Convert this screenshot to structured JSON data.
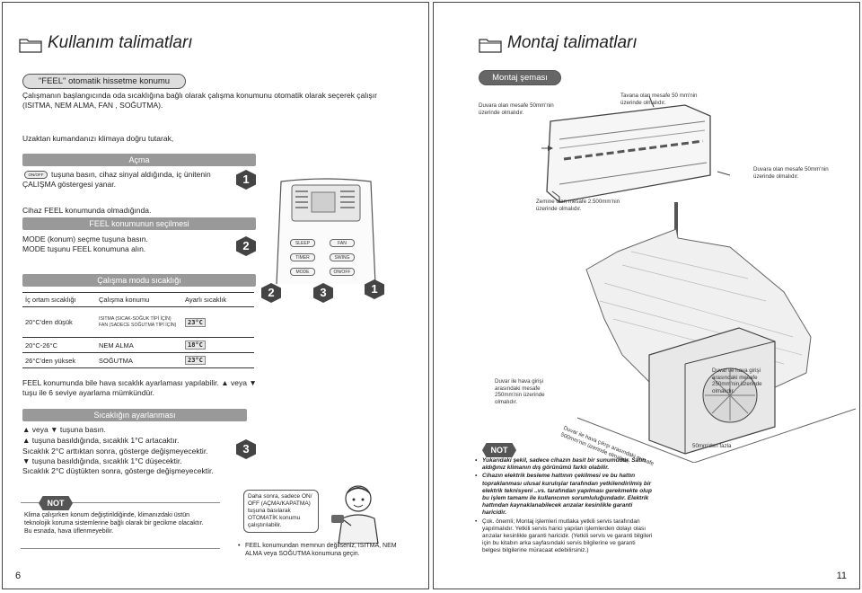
{
  "left": {
    "section_title": "Kullanım talimatları",
    "feel_pill": "\"FEEL\" otomatik hissetme konumu",
    "intro": "Çalışmanın başlangıcında oda sıcaklığına bağlı olarak çalışma konumunu otomatik olarak seçerek çalışır (ISITMA, NEM ALMA, FAN , SOĞUTMA).",
    "aim": "Uzaktan kumandanızı klimaya doğru tutarak,",
    "acma_bar": "Açma",
    "power_btn_label": "ON/OFF",
    "step1_text": "tuşuna basın, cihaz sinyal aldığında, iç ünitenin ÇALIŞMA göstergesi yanar.",
    "step1_num": "1",
    "not_feel": "Cihaz FEEL konumunda olmadığında.",
    "feel_select_bar": "FEEL konumunun seçilmesi",
    "mode_line1": "MODE (konum) seçme tuşuna basın.",
    "mode_line2": "MODE tuşunu FEEL konumuna alın.",
    "step2_num": "2",
    "temp_bar": "Çalışma modu sıcaklığı",
    "table": {
      "headers": [
        "İç ortam sıcaklığı",
        "Çalışma konumu",
        "Ayarlı sıcaklık"
      ],
      "rows": [
        {
          "room": "20°C'den düşük",
          "mode": "ISITMA (SICAK-SOĞUK TİPİ İÇİN)\nFAN (SADECE SOĞUTMA TİPİ İÇİN)",
          "set": "23°C"
        },
        {
          "room": "20°C-26°C",
          "mode": "NEM ALMA",
          "set": "18°C"
        },
        {
          "room": "26°C'den yüksek",
          "mode": "SOĞUTMA",
          "set": "23°C"
        }
      ]
    },
    "adjust_note": "FEEL konumunda bile hava sıcaklık ayarlaması yapılabilir. ▲ veya ▼ tuşu ile 6 seviye ayarlama mümkündür.",
    "adjust_bar": "Sıcaklığın ayarlanması",
    "adjust_lines": [
      "▲ veya ▼ tuşuna basın.",
      "▲ tuşuna basıldığında, sıcaklık 1°C artacaktır.",
      "Sıcaklık 2°C arttıktan sonra, gösterge değişmeyecektir.",
      "▼ tuşuna basıldığında, sıcaklık 1°C düşecektir.",
      "Sıcaklık 2°C düştükten sonra, gösterge değişmeyecektir."
    ],
    "step3_num": "3",
    "not_label": "NOT",
    "not_text": "Klima çalışırken konum değiştirildiğinde, klimanızdaki üstün teknolojik koruma sistemlerine bağlı olarak bir gecikme olacaktır. Bu esnada, hava üflenmeyebilir.",
    "callout_text": "Daha sonra, sadece ON/ OFF (AÇMA/KAPATMA) tuşuna basılarak OTOMATİK konumu çalıştırılabilir.",
    "bottom_bullet": "FEEL konumundan memnun değilseniz, ISITMA, NEM ALMA veya SOĞUTMA konumuna geçin.",
    "page_number": "6",
    "remote": {
      "buttons": [
        "SLEEP",
        "FAN",
        "TIMER",
        "SWING",
        "MODE",
        "ON/OFF"
      ],
      "callout_nums": [
        "2",
        "3",
        "1"
      ]
    }
  },
  "right": {
    "section_title": "Montaj talimatları",
    "diagram_pill": "Montaj şeması",
    "labels": {
      "wall_left": "Duvara olan mesafe 50mm'nin üzerinde olmalıdır.",
      "ceiling": "Tavana olan mesafe 50 mm'nin üzerinde olmalıdır.",
      "wall_right": "Duvara olan mesafe 50mm'nin üzerinde olmalıdır.",
      "floor": "Zemine olan mesafe 2.500mm'nin üzerinde olmalıdır.",
      "intake_left": "Duvar ile hava girişi arasındaki mesafe 250mm'nin üzerinde olmalıdır.",
      "intake_right": "Duvar ile hava girişi arasındaki mesafe 250mm'nin üzerinde olmalıdır.",
      "outlet": "Duvar ile hava çıkışı arasındaki mesafe 500mm'nin üzerinde olmalıdır.",
      "over50": "50mm'den fazla"
    },
    "not_label": "NOT",
    "notes": [
      {
        "text": "Yukarıdaki şekil, sadece cihazın basit bir sunumudur. Satın aldığınız klimanın dış görünümü farklı olabilir.",
        "bold": true
      },
      {
        "text": "Cihazın elektrik besleme hattının çekilmesi ve bu hattın topraklanması ulusal kurulışlar tarafından yetkilendirilmiş bir elektrik teknisyeni ..vs. tarafından yapılması gerekmekte olup bu işlem tamamı ile kullanıcının sorumluluğundadır. Elektrik hattından kaynaklanabilecek arızalar kesinlikle garanti haricidir.",
        "bold": true
      },
      {
        "text": "Çok. önemli; Montaj işlemleri mutlaka yetkili servis tarafından yapılmalıdır. Yetkili servis harici yapılan işlemlerden dolayı olası arızalar kesinlikle garanti haricidir. (Yetkili servis ve garanti bilgileri için bu kitabın arka sayfasındaki servis bilgilerine ve garanti belgesi bilgilerine müracaat edebilirsiniz.)",
        "bold": false
      }
    ],
    "page_number": "11"
  }
}
